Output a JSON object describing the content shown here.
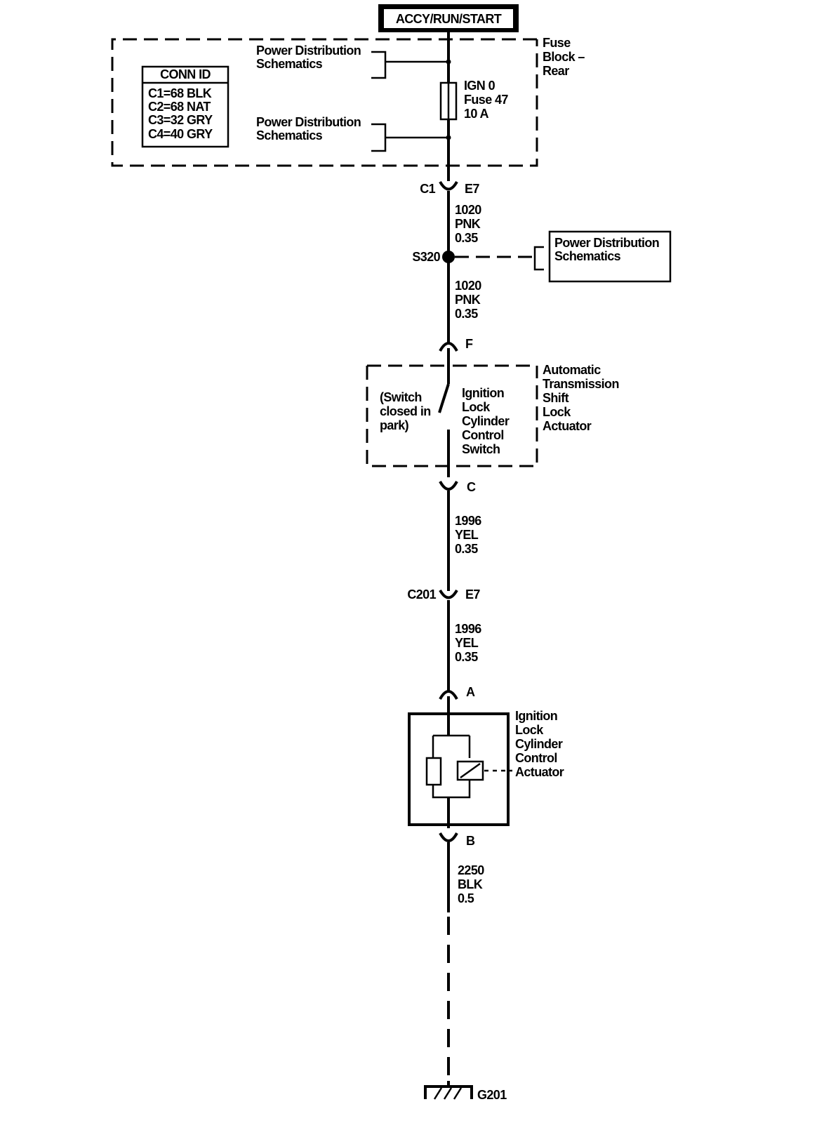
{
  "power_source": {
    "label": "ACCY/RUN/START"
  },
  "fuse_block": {
    "title_lines": [
      "Fuse",
      "Block –",
      "Rear"
    ],
    "conn_id": {
      "header": "CONN ID",
      "rows": [
        "C1=68 BLK",
        "C2=68 NAT",
        "C3=32 GRY",
        "C4=40 GRY"
      ]
    },
    "ref_top_lines": [
      "Power Distribution",
      "Schematics"
    ],
    "ref_bottom_lines": [
      "Power Distribution",
      "Schematics"
    ],
    "fuse_lines": [
      "IGN 0",
      "Fuse 47",
      "10 A"
    ]
  },
  "connector_c1": {
    "name": "C1",
    "pin": "E7"
  },
  "wire_1": {
    "circuit": "1020",
    "color": "PNK",
    "gauge": "0.35"
  },
  "splice": {
    "name": "S320",
    "ref_lines": [
      "Power Distribution",
      "Schematics"
    ]
  },
  "wire_2": {
    "circuit": "1020",
    "color": "PNK",
    "gauge": "0.35"
  },
  "shift_lock": {
    "pin_in": "F",
    "pin_out": "C",
    "title_lines": [
      "Automatic",
      "Transmission",
      "Shift",
      "Lock",
      "Actuator"
    ],
    "switch_note_lines": [
      "(Switch",
      "closed in",
      "park)"
    ],
    "switch_label_lines": [
      "Ignition",
      "Lock",
      "Cylinder",
      "Control",
      "Switch"
    ]
  },
  "wire_3": {
    "circuit": "1996",
    "color": "YEL",
    "gauge": "0.35"
  },
  "connector_c201": {
    "name": "C201",
    "pin": "E7"
  },
  "wire_4": {
    "circuit": "1996",
    "color": "YEL",
    "gauge": "0.35"
  },
  "actuator": {
    "pin_in": "A",
    "pin_out": "B",
    "label_lines": [
      "Ignition",
      "Lock",
      "Cylinder",
      "Control",
      "Actuator"
    ]
  },
  "wire_5": {
    "circuit": "2250",
    "color": "BLK",
    "gauge": "0.5"
  },
  "ground": {
    "name": "G201"
  }
}
